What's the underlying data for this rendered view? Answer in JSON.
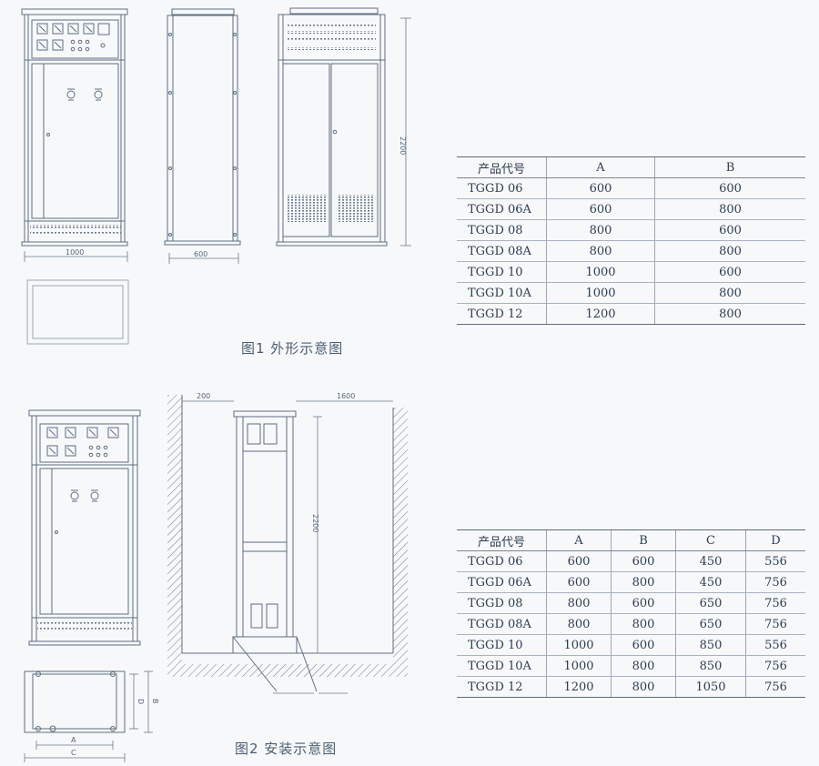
{
  "figure1": {
    "caption": "图1 外形示意图",
    "dim_width_label": "1000",
    "dim_side_label": "600",
    "dim_height_label": "2200"
  },
  "figure2": {
    "caption": "图2 安装示意图",
    "dim_rear_clearance": "200",
    "dim_front_clearance": "1600",
    "dim_height": "2200",
    "dim_a": "A",
    "dim_b": "B",
    "dim_c": "C",
    "dim_d": "D"
  },
  "table1": {
    "headers": [
      "产品代号",
      "A",
      "B"
    ],
    "rows": [
      [
        "TGGD 06",
        "600",
        "600"
      ],
      [
        "TGGD 06A",
        "600",
        "800"
      ],
      [
        "TGGD 08",
        "800",
        "600"
      ],
      [
        "TGGD 08A",
        "800",
        "800"
      ],
      [
        "TGGD 10",
        "1000",
        "600"
      ],
      [
        "TGGD 10A",
        "1000",
        "800"
      ],
      [
        "TGGD 12",
        "1200",
        "800"
      ]
    ]
  },
  "table2": {
    "headers": [
      "产品代号",
      "A",
      "B",
      "C",
      "D"
    ],
    "rows": [
      [
        "TGGD 06",
        "600",
        "600",
        "450",
        "556"
      ],
      [
        "TGGD 06A",
        "600",
        "800",
        "450",
        "756"
      ],
      [
        "TGGD 08",
        "800",
        "600",
        "650",
        "756"
      ],
      [
        "TGGD 08A",
        "800",
        "800",
        "650",
        "756"
      ],
      [
        "TGGD 10",
        "1000",
        "600",
        "850",
        "556"
      ],
      [
        "TGGD 10A",
        "1000",
        "800",
        "850",
        "756"
      ],
      [
        "TGGD 12",
        "1200",
        "800",
        "1050",
        "756"
      ]
    ]
  },
  "colors": {
    "line": "#5c6e80",
    "text": "#2d3d4f",
    "background": "#f7f8fa"
  }
}
